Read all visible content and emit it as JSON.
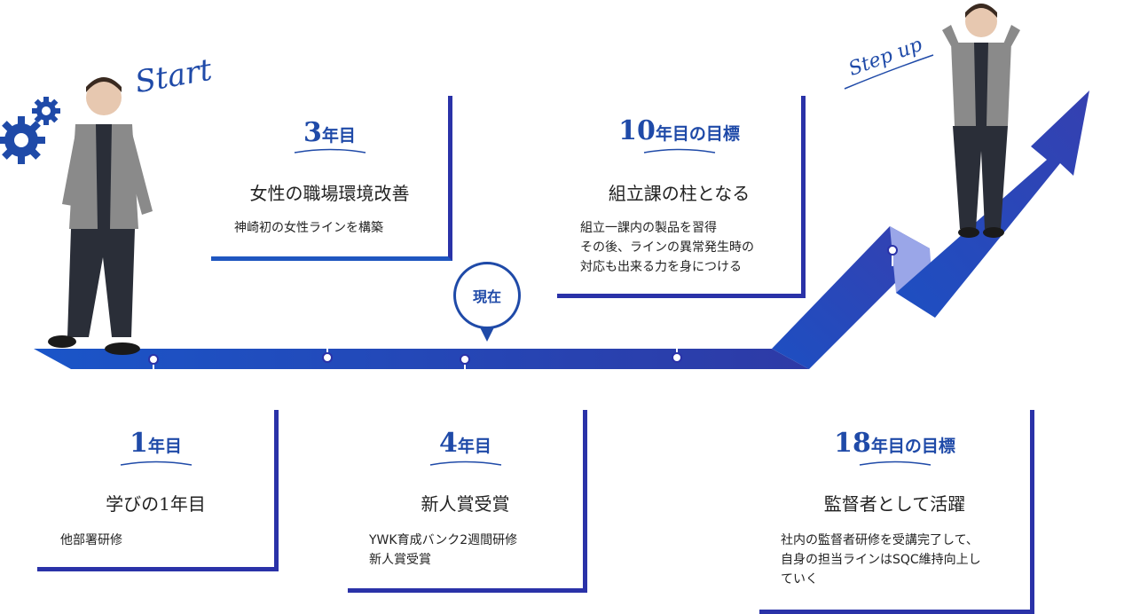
{
  "decor": {
    "start_label": "Start",
    "stepup_label": "Step up",
    "current_label": "現在",
    "accent_color": "#2a32a8",
    "brand_blue": "#1f4aa8"
  },
  "cards_top": [
    {
      "year_num": "3",
      "year_suffix": "年目",
      "title": "女性の職場環境改善",
      "desc": "神崎初の女性ラインを構築"
    },
    {
      "year_num": "10",
      "year_suffix": "年目の目標",
      "title": "組立課の柱となる",
      "desc": "組立一課内の製品を習得\nその後、ラインの異常発生時の\n対応も出来る力を身につける"
    }
  ],
  "cards_bottom": [
    {
      "year_num": "1",
      "year_suffix": "年目",
      "title": "学びの1年目",
      "desc": "他部署研修"
    },
    {
      "year_num": "4",
      "year_suffix": "年目",
      "title": "新人賞受賞",
      "desc": "YWK育成バンク2週間研修\n新人賞受賞"
    },
    {
      "year_num": "18",
      "year_suffix": "年目の目標",
      "title": "監督者として活躍",
      "desc": "社内の監督者研修を受講完了して、\n自身の担当ラインはSQC維持向上し\nていく"
    }
  ]
}
